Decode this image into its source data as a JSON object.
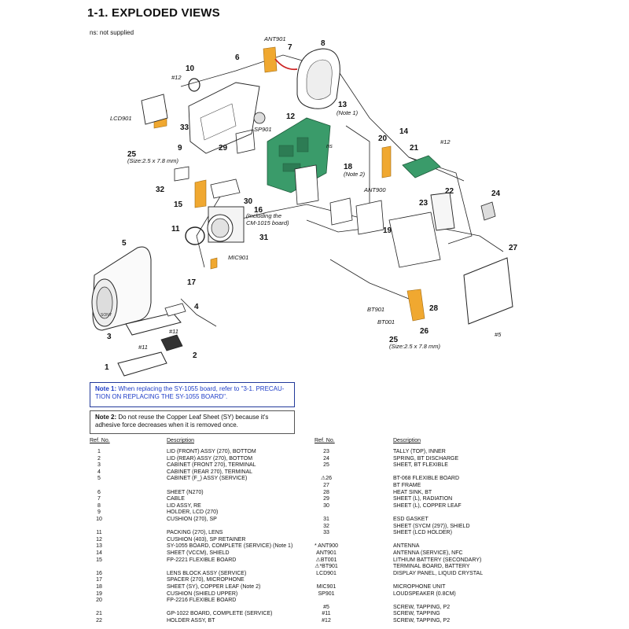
{
  "page": {
    "title": "1-1.  EXPLODED VIEWS",
    "ns_note": "ns: not supplied"
  },
  "diagram": {
    "part_numbers": [
      "1",
      "2",
      "3",
      "4",
      "5",
      "6",
      "7",
      "8",
      "9",
      "10",
      "11",
      "12",
      "13",
      "14",
      "15",
      "16",
      "17",
      "18",
      "19",
      "20",
      "21",
      "22",
      "23",
      "24",
      "25",
      "25",
      "26",
      "27",
      "28",
      "29",
      "30",
      "31",
      "32",
      "33"
    ],
    "labels": {
      "ant901": "ANT901",
      "lcd901": "LCD901",
      "sp901": "SP901",
      "ant900": "ANT900",
      "mic901": "MIC901",
      "bt901": "BT901",
      "bt001": "BT001",
      "note1_tag": "(Note 1)",
      "note2_tag": "(Note 2)",
      "size_25a": "(Size:2.5 x 7.8 mm)",
      "size_25b": "(Size:2.5 x 7.8 mm)",
      "including_1": "(Including the",
      "including_2": "CM-1015 board)",
      "screw12a": "#12",
      "screw12b": "#12",
      "screw11a": "#11",
      "screw11b": "#11",
      "screw5": "#5",
      "ns": "ns",
      "sony": "SONY"
    },
    "colors": {
      "board": "#3a9b6a",
      "flex": "#f0a830",
      "cable": "#cc2222",
      "line": "#222222"
    }
  },
  "notes": {
    "note1": {
      "label": "Note 1:",
      "text": "When replacing the SY-1055 board, refer to \"3-1. PRECAU- TION ON REPLACING THE SY-1055 BOARD\"."
    },
    "note2": {
      "label": "Note 2:",
      "text": "Do not reuse the Copper Leaf Sheet (SY) because it's adhesive force decreases when it is removed once."
    }
  },
  "parts_table": {
    "headers": {
      "ref": "Ref. No.",
      "desc": "Description"
    },
    "left": [
      {
        "ref": "1",
        "desc": "LID (FRONT) ASSY (270), BOTTOM"
      },
      {
        "ref": "2",
        "desc": "LID (REAR) ASSY (270), BOTTOM"
      },
      {
        "ref": "3",
        "desc": "CABINET (FRONT 270), TERMINAL"
      },
      {
        "ref": "4",
        "desc": "CABINET (REAR 270), TERMINAL"
      },
      {
        "ref": "5",
        "desc": "CABINET (F_) ASSY (SERVICE)"
      },
      {
        "ref": "",
        "desc": ""
      },
      {
        "ref": "6",
        "desc": "SHEET (N270)"
      },
      {
        "ref": "7",
        "desc": "CABLE"
      },
      {
        "ref": "8",
        "desc": "LID ASSY, RE"
      },
      {
        "ref": "9",
        "desc": "HOLDER, LCD (270)"
      },
      {
        "ref": "10",
        "desc": "CUSHION (270), SP"
      },
      {
        "ref": "",
        "desc": ""
      },
      {
        "ref": "11",
        "desc": "PACKING (270), LENS"
      },
      {
        "ref": "12",
        "desc": "CUSHION (403), SP RETAINER"
      },
      {
        "ref": "13",
        "desc": "SY-1055 BOARD, COMPLETE (SERVICE) (Note 1)"
      },
      {
        "ref": "14",
        "desc": "SHEET (VCCM), SHIELD"
      },
      {
        "ref": "15",
        "desc": "FP-2221 FLEXIBLE BOARD"
      },
      {
        "ref": "",
        "desc": ""
      },
      {
        "ref": "16",
        "desc": "LENS BLOCK ASSY (SERVICE)"
      },
      {
        "ref": "17",
        "desc": "SPACER (270), MICROPHONE"
      },
      {
        "ref": "18",
        "desc": "SHEET (SY), COPPER LEAF (Note 2)"
      },
      {
        "ref": "19",
        "desc": "CUSHION (SHIELD UPPER)"
      },
      {
        "ref": "20",
        "desc": "FP-2216 FLEXIBLE BOARD"
      },
      {
        "ref": "",
        "desc": ""
      },
      {
        "ref": "21",
        "desc": "GP-1022 BOARD, COMPLETE (SERVICE)"
      },
      {
        "ref": "22",
        "desc": "HOLDER ASSY, BT"
      }
    ],
    "right": [
      {
        "ref": "23",
        "desc": "TALLY (TOP), INNER"
      },
      {
        "ref": "24",
        "desc": "SPRING, BT DISCHARGE"
      },
      {
        "ref": "25",
        "desc": "SHEET, BT FLEXIBLE"
      },
      {
        "ref": "",
        "desc": ""
      },
      {
        "ref": "⚠26",
        "desc": "BT-068 FLEXIBLE BOARD"
      },
      {
        "ref": "27",
        "desc": "BT FRAME"
      },
      {
        "ref": "28",
        "desc": "HEAT SINK, BT"
      },
      {
        "ref": "29",
        "desc": "SHEET (L), RADIATION"
      },
      {
        "ref": "30",
        "desc": "SHEET (L), COPPER LEAF"
      },
      {
        "ref": "",
        "desc": ""
      },
      {
        "ref": "31",
        "desc": "ESD GASKET"
      },
      {
        "ref": "32",
        "desc": "SHEET (SYCM (297)), SHIELD"
      },
      {
        "ref": "33",
        "desc": "SHEET (LCD HOLDER)"
      },
      {
        "ref": "",
        "desc": ""
      },
      {
        "ref": "*  ANT900",
        "desc": "ANTENNA"
      },
      {
        "ref": "ANT901",
        "desc": "ANTENNA (SERVICE), NFC"
      },
      {
        "ref": "⚠BT001",
        "desc": "LITHIUM BATTERY (SECONDARY)"
      },
      {
        "ref": "⚠*BT901",
        "desc": "TERMINAL BOARD, BATTERY"
      },
      {
        "ref": "LCD901",
        "desc": "DISPLAY PANEL, LIQUID CRYSTAL"
      },
      {
        "ref": "",
        "desc": ""
      },
      {
        "ref": "MIC901",
        "desc": "MICROPHONE UNIT"
      },
      {
        "ref": "SP901",
        "desc": "LOUDSPEAKER (0.8CM)"
      },
      {
        "ref": "",
        "desc": ""
      },
      {
        "ref": "#5",
        "desc": "SCREW, TAPPING, P2"
      },
      {
        "ref": "#11",
        "desc": "SCREW, TAPPING"
      },
      {
        "ref": "#12",
        "desc": "SCREW, TAPPING, P2"
      }
    ]
  }
}
